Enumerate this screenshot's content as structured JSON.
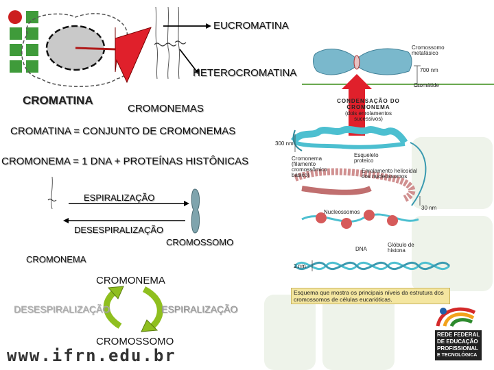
{
  "slide": {
    "eucromatina": "EUCROMATINA",
    "heterocromatina": "HETEROCROMATINA",
    "cromatina": "CROMATINA",
    "cromonemas": "CROMONEMAS",
    "line_conjunto": "CROMATINA = CONJUNTO DE CROMONEMAS",
    "line_dna": "CROMONEMA = 1 DNA + PROTEÍNAS HISTÔNICAS",
    "espiralizacao_top": "ESPIRALIZAÇÃO",
    "desespiralizacao_top": "DESESPIRALIZAÇÃO",
    "cromossomo_mid": "CROMOSSOMO",
    "cromonema_mid": "CROMONEMA",
    "cycle_top": "CROMONEMA",
    "cycle_left": "DESESPIRALIZAÇÃO",
    "cycle_right": "ESPIRALIZAÇÃO",
    "cycle_bottom": "CROMOSSOMO",
    "website": "www.ifrn.edu.br"
  },
  "figure": {
    "cromossomo_metafasico": "Cromossomo metafásico",
    "nm_700": "700 nm",
    "cromatide": "Cromátide",
    "condensacao": "CONDENSAÇÃO DO CROMONEMA",
    "condensacao_sub": "(dois enrolamentos sucessivos)",
    "nm_300": "300 nm",
    "esqueleto": "Esqueleto proteico",
    "cromonema_filamento": "Cromonema (filamento cromossômico básico)",
    "enrolamento": "Enrolamento helicoidal dos nucleossomos",
    "nm_30": "30 nm",
    "nucleossomos": "Nucleossomos",
    "dna": "DNA",
    "globulo": "Glóbulo de histona",
    "nm_2": "2 nm",
    "caption": "Esquema que mostra os principais níveis da estrutura dos cromossomos de células eucarióticas."
  },
  "logo": {
    "line1": "REDE FEDERAL",
    "line2": "DE EDUCAÇÃO",
    "line3": "PROFISSIONAL",
    "line4": "E TECNOLÓGICA"
  },
  "colors": {
    "ifrn_green": "#3f9b3a",
    "ifrn_red": "#cc1f1f",
    "arrow_red": "#e0202b",
    "cycle_green": "#8fbf1f",
    "dna_cyan": "#4cbfd0",
    "chromosome_blue": "#7ab8cc"
  }
}
